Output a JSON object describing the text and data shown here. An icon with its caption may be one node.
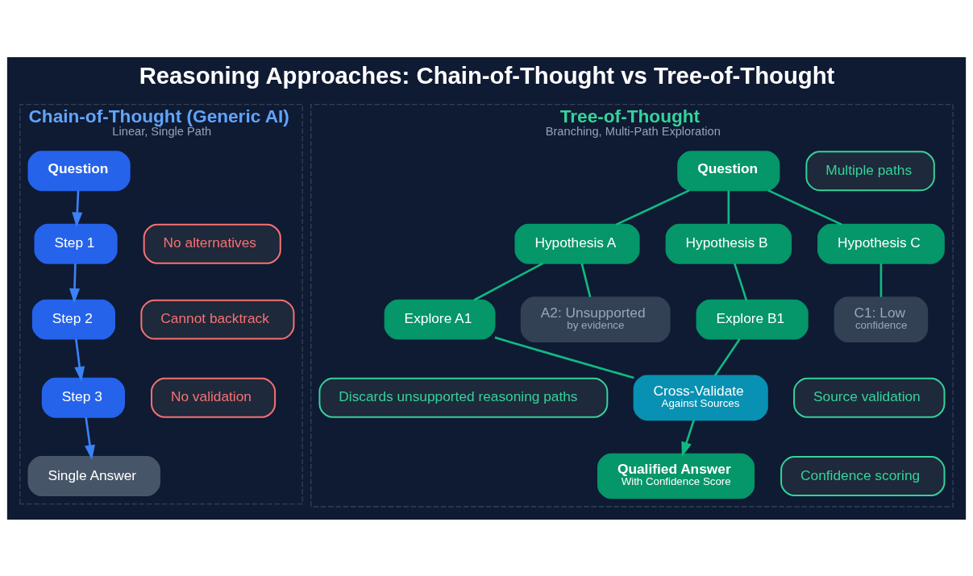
{
  "diagram": {
    "title": "Reasoning Approaches: Chain-of-Thought vs Tree-of-Thought",
    "nodes": [
      {
        "text": [
          "Chain-of-Thought (Generic AI)",
          "Linear, Single Path"
        ]
      },
      {
        "text": [
          "Question"
        ],
        "in": 0
      },
      {
        "text": [
          "Step 1"
        ],
        "in": 0
      },
      {
        "text": [
          "No alternatives"
        ],
        "in": 0
      },
      {
        "text": [
          "Step 2"
        ],
        "in": 0
      },
      {
        "text": [
          "Cannot backtrack"
        ],
        "in": 0
      },
      {
        "text": [
          "Step 3"
        ],
        "in": 0
      },
      {
        "text": [
          "No validation"
        ],
        "in": 0
      },
      {
        "text": [
          "Single Answer"
        ],
        "in": 0
      },
      {
        "text": [
          "Tree-of-Thought",
          "Branching, Multi-Path Exploration"
        ]
      },
      {
        "text": [
          "Multiple paths"
        ],
        "in": 9
      },
      {
        "text": [
          "Question"
        ],
        "in": 9
      },
      {
        "text": [
          "Hypothesis A"
        ],
        "in": 9
      },
      {
        "text": [
          "Hypothesis B"
        ],
        "in": 9
      },
      {
        "text": [
          "Hypothesis C"
        ],
        "in": 9
      },
      {
        "text": [
          "Explore A1"
        ],
        "in": 9
      },
      {
        "text": [
          "A2: Unsupported",
          "by evidence"
        ],
        "in": 9
      },
      {
        "text": [
          "Explore B1"
        ],
        "in": 9
      },
      {
        "text": [
          "C1: Low",
          "confidence"
        ],
        "in": 9
      },
      {
        "text": [
          "Discards unsupported reasoning paths"
        ],
        "in": 9
      },
      {
        "text": [
          "Cross-Validate",
          "Against Sources"
        ],
        "in": 9
      },
      {
        "text": [
          "Source validation"
        ],
        "in": 9
      },
      {
        "text": [
          "Qualified Answer",
          "With Confidence Score"
        ],
        "in": 9
      },
      {
        "text": [
          "Confidence scoring"
        ],
        "in": 9
      }
    ],
    "edges": [
      {
        "from": 1,
        "to": 2,
        "arrow": "to",
        "color": "#3b82f6"
      },
      {
        "from": 2,
        "to": 4,
        "arrow": "to",
        "color": "#3b82f6"
      },
      {
        "from": 4,
        "to": 6,
        "arrow": "to",
        "color": "#3b82f6"
      },
      {
        "from": 6,
        "to": 8,
        "arrow": "to",
        "color": "#3b82f6"
      },
      {
        "from": 11,
        "to": 12,
        "arrow": "none"
      },
      {
        "from": 11,
        "to": 13,
        "arrow": "none"
      },
      {
        "from": 11,
        "to": 14,
        "arrow": "none"
      },
      {
        "from": 12,
        "to": 15,
        "arrow": "none"
      },
      {
        "from": 12,
        "to": 16,
        "arrow": "none"
      },
      {
        "from": 13,
        "to": 17,
        "arrow": "none"
      },
      {
        "from": 14,
        "to": 18,
        "arrow": "none"
      },
      {
        "from": 15,
        "to": 20,
        "arrow": "none"
      },
      {
        "from": 17,
        "to": 20,
        "arrow": "none"
      },
      {
        "from": 20,
        "to": 22,
        "arrow": "to"
      }
    ]
  }
}
